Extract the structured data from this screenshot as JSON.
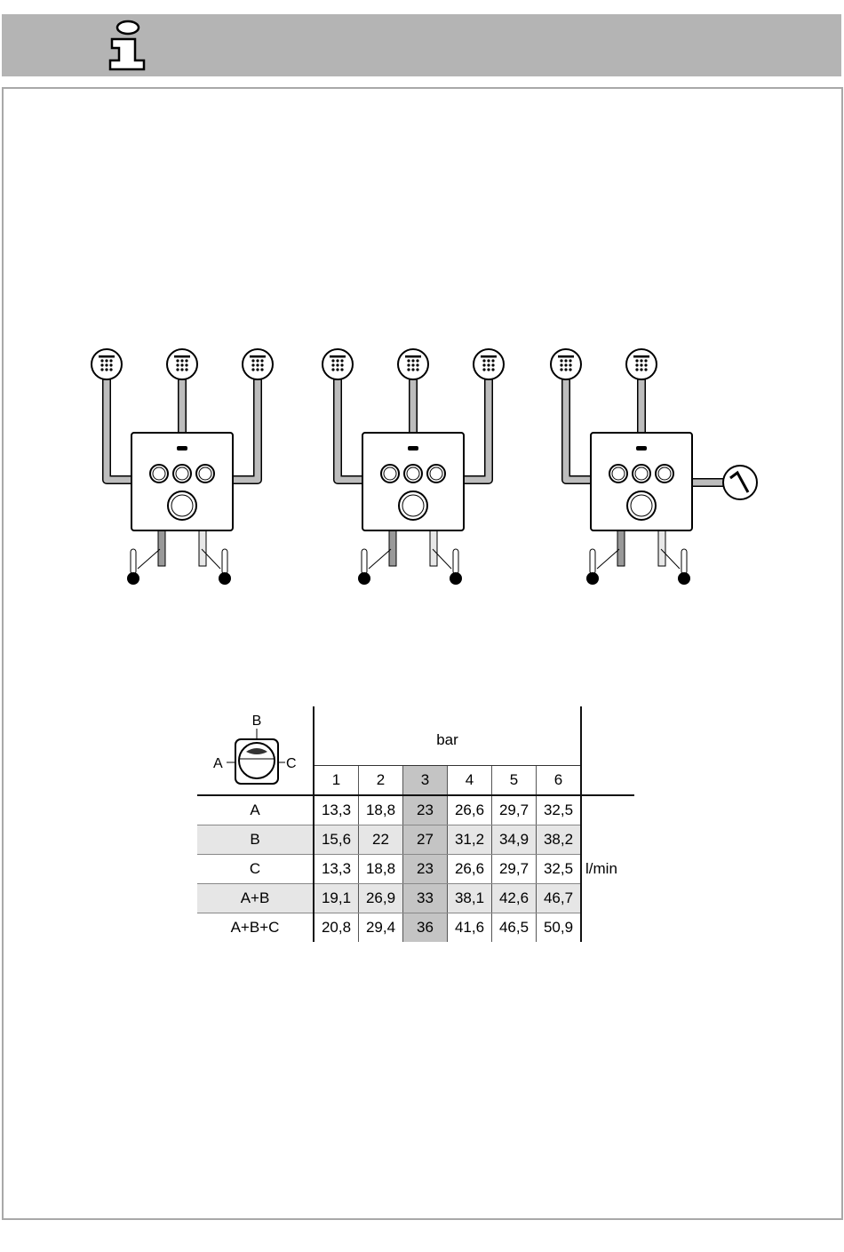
{
  "header": {
    "icon": "info-icon"
  },
  "flow_table": {
    "diagram_labels": {
      "top": "B",
      "left": "A",
      "right": "C"
    },
    "pressure_header": "bar",
    "pressures": [
      "1",
      "2",
      "3",
      "4",
      "5",
      "6"
    ],
    "highlight_pressure": "3",
    "unit": "l/min",
    "rows": [
      {
        "label": "A",
        "values": [
          "13,3",
          "18,8",
          "23",
          "26,6",
          "29,7",
          "32,5"
        ]
      },
      {
        "label": "B",
        "values": [
          "15,6",
          "22",
          "27",
          "31,2",
          "34,9",
          "38,2"
        ]
      },
      {
        "label": "C",
        "values": [
          "13,3",
          "18,8",
          "23",
          "26,6",
          "29,7",
          "32,5"
        ]
      },
      {
        "label": "A+B",
        "values": [
          "19,1",
          "26,9",
          "33",
          "38,1",
          "42,6",
          "46,7"
        ]
      },
      {
        "label": "A+B+C",
        "values": [
          "20,8",
          "29,4",
          "36",
          "41,6",
          "46,5",
          "50,9"
        ]
      }
    ]
  },
  "diagrams": [
    {
      "name": "three-overhead-showers",
      "outlets": [
        "shower-head",
        "shower-head",
        "shower-head"
      ]
    },
    {
      "name": "three-overhead-showers-alt",
      "outlets": [
        "shower-head",
        "shower-head",
        "shower-head"
      ]
    },
    {
      "name": "two-showers-hand-shower",
      "outlets": [
        "shower-head",
        "shower-head",
        "hand-shower"
      ]
    }
  ]
}
